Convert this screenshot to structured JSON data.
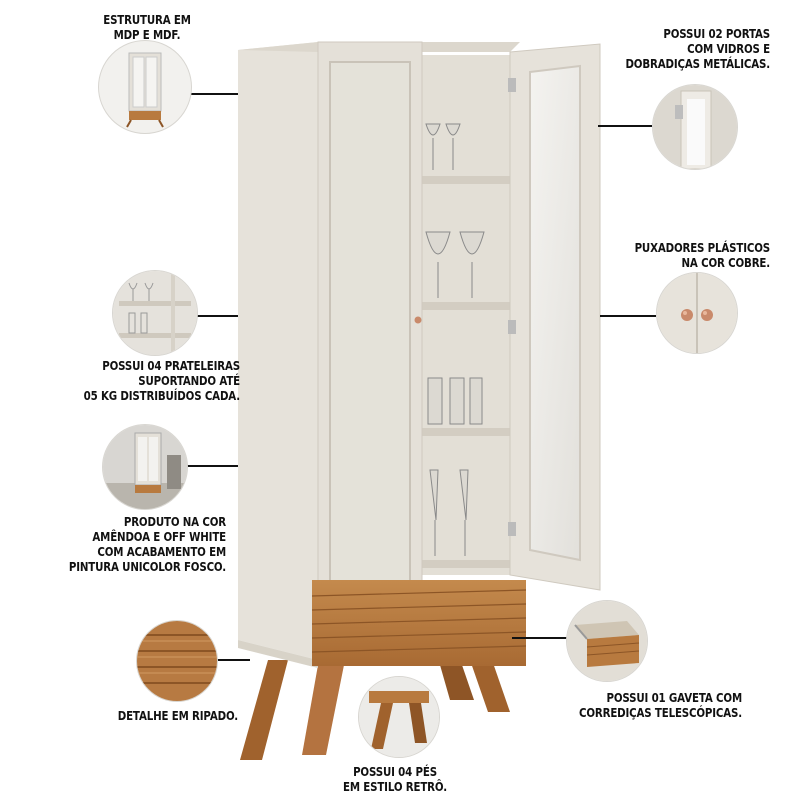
{
  "colors": {
    "offwhite": "#e8e4dc",
    "offwhite_shade": "#d9d4ca",
    "amendoa": "#b87a3f",
    "amendoa_dark": "#8c5526",
    "copper": "#c98a6b"
  },
  "callouts": {
    "estrutura": {
      "lines": [
        "ESTRUTURA EM",
        "MDP E MDF."
      ],
      "icon": "cabinet-thumbnail-icon"
    },
    "portas": {
      "lines": [
        "POSSUI 02 PORTAS",
        "COM VIDROS E",
        "DOBRADIÇAS METÁLICAS."
      ],
      "icon": "hinge-detail-icon"
    },
    "puxadores": {
      "lines": [
        "PUXADORES PLÁSTICOS",
        "NA COR COBRE."
      ],
      "icon": "copper-knob-icon"
    },
    "prateleiras": {
      "lines": [
        "POSSUI 04 PRATELEIRAS",
        "SUPORTANDO ATÉ",
        "05 KG DISTRIBUÍDOS CADA."
      ],
      "icon": "shelf-detail-icon"
    },
    "produto": {
      "lines": [
        "PRODUTO NA COR",
        "AMÊNDOA E OFF WHITE",
        "COM ACABAMENTO EM",
        "PINTURA UNICOLOR FOSCO."
      ],
      "icon": "room-scene-icon"
    },
    "ripado": {
      "lines": [
        "DETALHE EM RIPADO."
      ],
      "icon": "slat-detail-icon"
    },
    "gaveta": {
      "lines": [
        "POSSUI 01 GAVETA COM",
        "CORREDIÇAS TELESCÓPICAS."
      ],
      "icon": "drawer-slide-icon"
    },
    "pes": {
      "lines": [
        "POSSUI 04 PÉS",
        "EM ESTILO RETRÔ."
      ],
      "icon": "retro-leg-icon"
    }
  }
}
